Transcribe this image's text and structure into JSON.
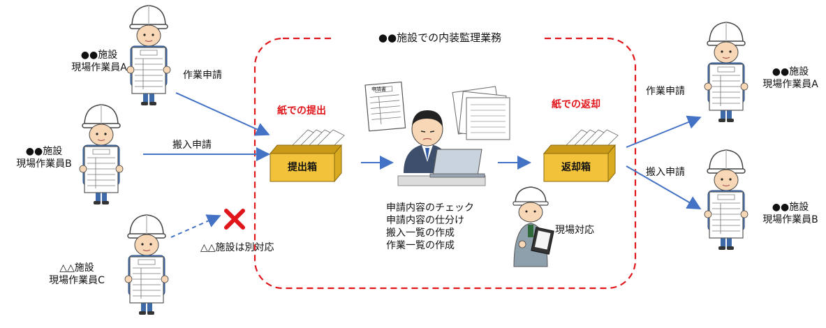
{
  "frame": {
    "title": "●●施設での内装監理業務"
  },
  "left_workers": [
    {
      "line1": "●●施設",
      "line2": "現場作業員A"
    },
    {
      "line1": "●●施設",
      "line2": "現場作業員B"
    },
    {
      "line1": "△△施設",
      "line2": "現場作業員C"
    }
  ],
  "right_workers": [
    {
      "line1": "●●施設",
      "line2": "現場作業員A"
    },
    {
      "line1": "●●施設",
      "line2": "現場作業員B"
    }
  ],
  "arrows": {
    "work_request_in": "作業申請",
    "carry_in_request_in": "搬入申請",
    "other_facility_note": "△△施設は別対応",
    "work_request_out": "作業申請",
    "carry_in_request_out": "搬入申請"
  },
  "submit": {
    "caption": "紙での提出",
    "box_label": "提出箱"
  },
  "return": {
    "caption": "紙での返却",
    "box_label": "返却箱"
  },
  "tasks": [
    "申請内容のチェック",
    "申請内容の仕分け",
    "搬入一覧の作成",
    "作業一覧の作成"
  ],
  "site_support": "現場対応",
  "form_header": "申請書",
  "colors": {
    "arrow": "#4472c4",
    "frame": "#e0161b",
    "box": "#f2c23a",
    "helmet": "#ffffff",
    "uniform": "#4a7cc0"
  }
}
